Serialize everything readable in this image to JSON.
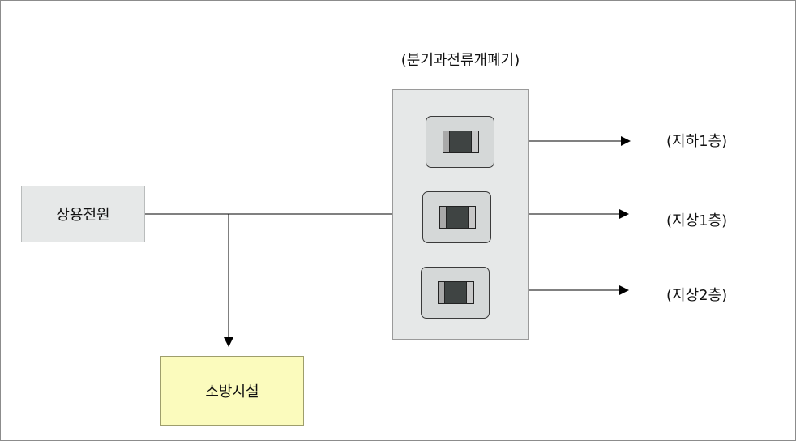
{
  "diagram": {
    "panel_title": "(분기과전류개폐기)",
    "power_source": "상용전원",
    "fire_facility": "소방시설",
    "outputs": [
      {
        "label": "(지하1층)"
      },
      {
        "label": "(지상1층)"
      },
      {
        "label": "(지상2층)"
      }
    ],
    "colors": {
      "power_box": "#e6e8e8",
      "fire_box": "#fbfbbd",
      "panel": "#e6e8e8",
      "breaker": "#d5d8d8",
      "line": "#000000"
    }
  }
}
